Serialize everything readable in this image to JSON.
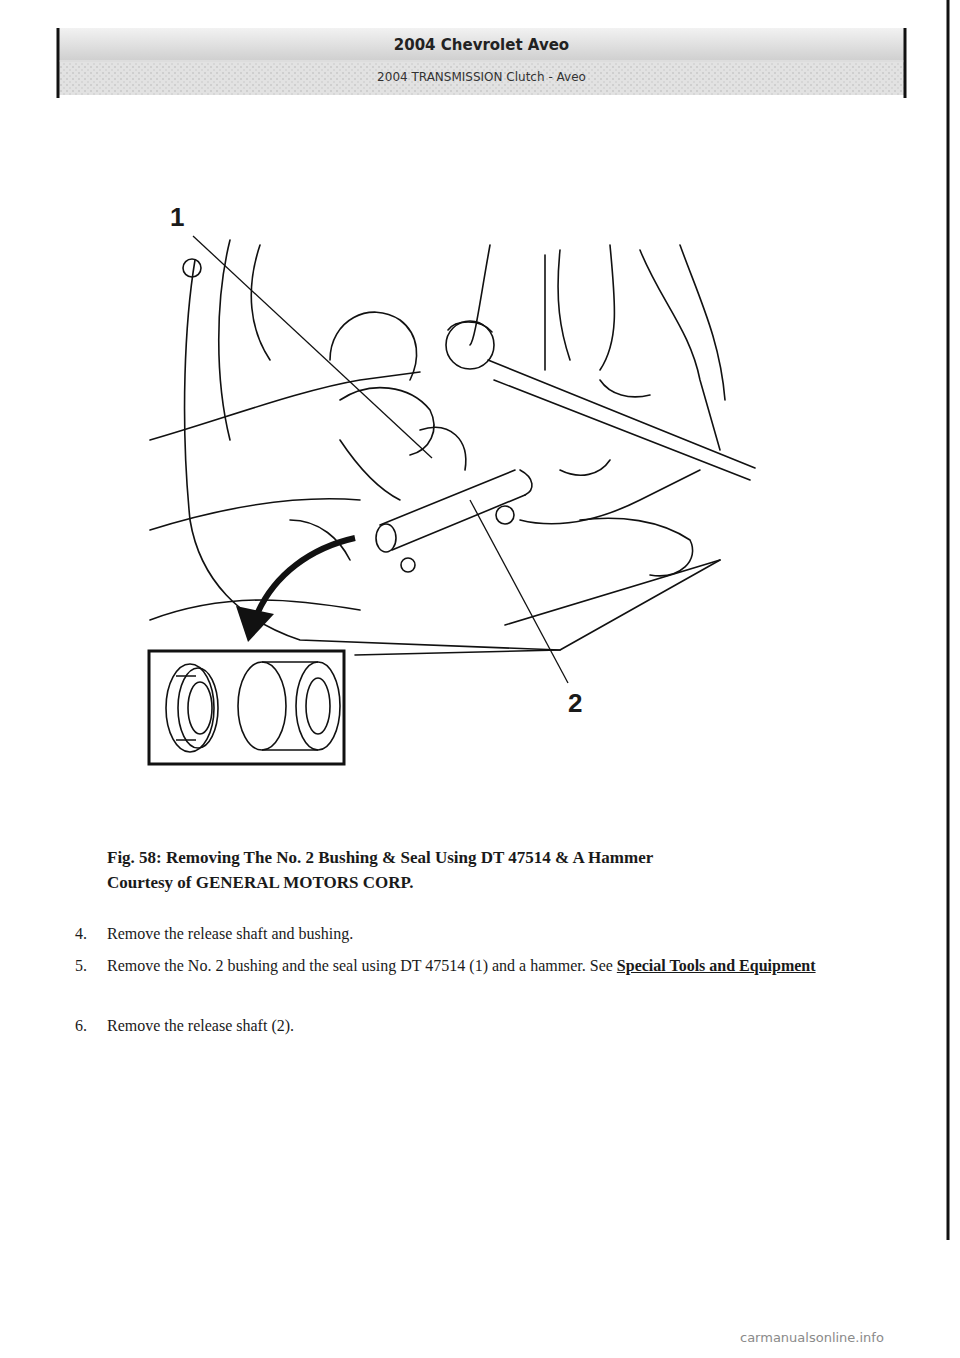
{
  "diagram": {
    "title": "2004 Chevrolet Aveo",
    "caption": "Fig. 58: Removing The No. 2 Bushing & Seal Using DT 47514 & A Hammer",
    "labels": [
      "2004 TRANSMISSION Clutch - Aveo",
      "1",
      "2",
      "Courtesy of GENERAL MOTORS CORP.",
      "4.",
      "Remove the release shaft and bushing.",
      "5.",
      "Remove the No. 2 bushing and the seal using DT 47514 (1) and a hammer. See",
      "Special Tools and Equipment",
      "6.",
      "Remove the release shaft (2).",
      "carmanualsonline.info"
    ]
  }
}
